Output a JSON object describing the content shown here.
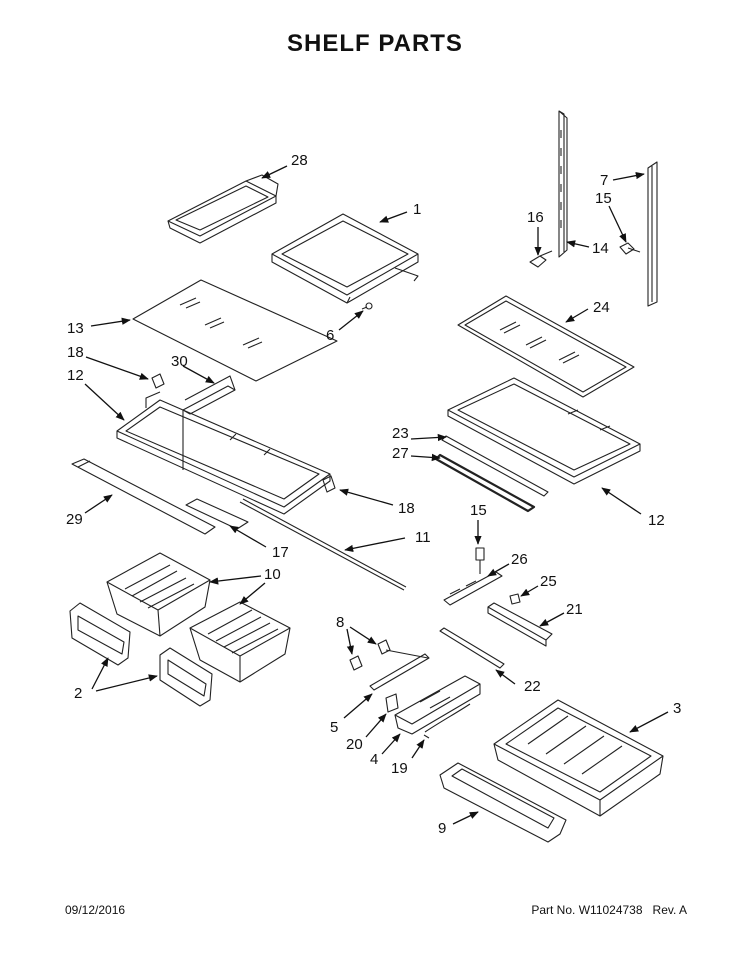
{
  "title": "SHELF PARTS",
  "footer": {
    "date": "09/12/2016",
    "part_no_label": "Part No.",
    "part_no": "W11024738",
    "revision": "Rev. A"
  },
  "callouts": {
    "c1": "1",
    "c2": "2",
    "c3": "3",
    "c4": "4",
    "c5": "5",
    "c6": "6",
    "c7": "7",
    "c8": "8",
    "c9": "9",
    "c10": "10",
    "c11": "11",
    "c12": "12",
    "c13": "13",
    "c14": "14",
    "c15": "15",
    "c16": "16",
    "c17": "17",
    "c18": "18",
    "c19": "19",
    "c20": "20",
    "c21": "21",
    "c22": "22",
    "c23": "23",
    "c24": "24",
    "c25": "25",
    "c26": "26",
    "c27": "27",
    "c28": "28",
    "c29": "29",
    "c30": "30"
  }
}
